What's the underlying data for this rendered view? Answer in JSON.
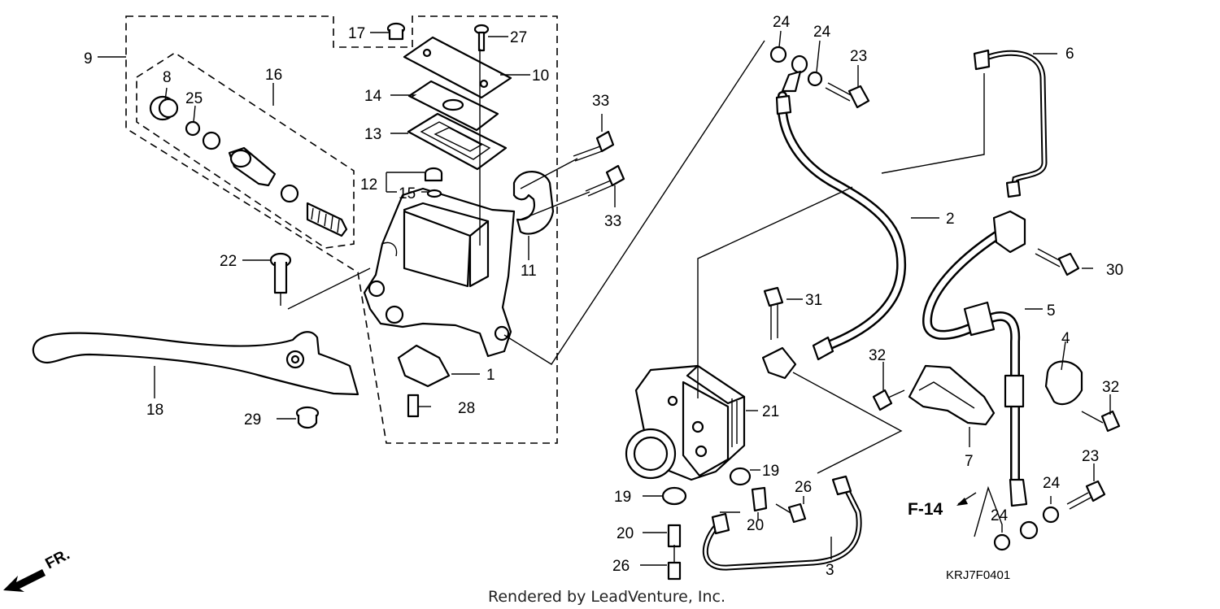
{
  "diagram": {
    "callouts": {
      "c1": "1",
      "c2": "2",
      "c3": "3",
      "c4": "4",
      "c5": "5",
      "c6": "6",
      "c7": "7",
      "c8": "8",
      "c9": "9",
      "c10": "10",
      "c11": "11",
      "c12": "12",
      "c13": "13",
      "c14": "14",
      "c15": "15",
      "c16": "16",
      "c17": "17",
      "c18": "18",
      "c19a": "19",
      "c19b": "19",
      "c20a": "20",
      "c20b": "20",
      "c21": "21",
      "c22": "22",
      "c23a": "23",
      "c23b": "23",
      "c24a": "24",
      "c24b": "24",
      "c24c": "24",
      "c24d": "24",
      "c25": "25",
      "c26a": "26",
      "c26b": "26",
      "c27": "27",
      "c28": "28",
      "c29": "29",
      "c30": "30",
      "c31": "31",
      "c32a": "32",
      "c32b": "32",
      "c33a": "33",
      "c33b": "33"
    },
    "reference": "F-14",
    "direction": "FR.",
    "drawing_code": "KRJ7F0401",
    "credit": "Rendered by LeadVenture, Inc."
  }
}
